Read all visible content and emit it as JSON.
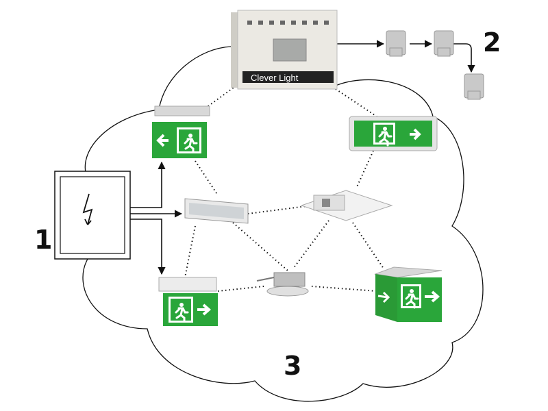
{
  "labels": {
    "power_panel": "1",
    "modules": "2",
    "network": "3"
  },
  "controller": {
    "brand": "Clever Light"
  },
  "colors": {
    "exit_green": "#2aa63a",
    "controller_body": "#e8e6e0",
    "brand_bar": "#222222"
  },
  "icons": [
    "lightning-icon",
    "running-man-icon",
    "arrow-left-icon",
    "arrow-right-icon"
  ]
}
